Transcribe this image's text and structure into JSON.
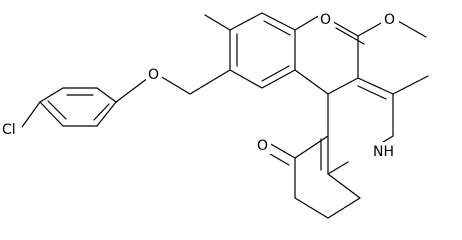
{
  "atoms": {
    "cl": "Cl",
    "o_ether": "O",
    "o_ester_carbonyl": "O",
    "o_ester_alkoxy": "O",
    "o_ketone": "O",
    "nh": "NH"
  }
}
